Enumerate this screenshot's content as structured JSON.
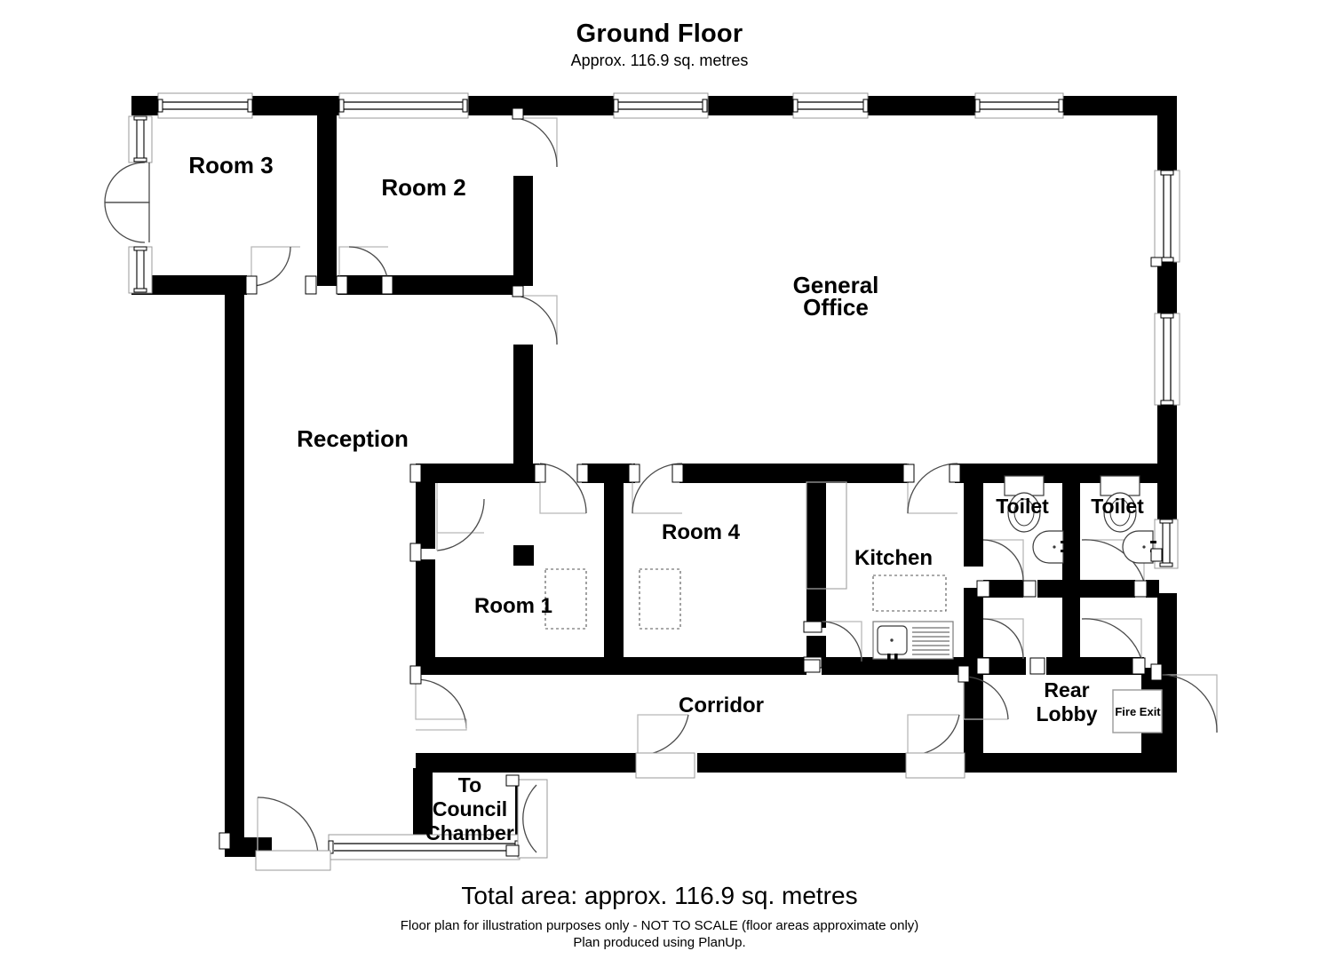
{
  "header": {
    "title": "Ground Floor",
    "subtitle": "Approx. 116.9 sq. metres"
  },
  "footer": {
    "total_area": "Total area: approx. 116.9 sq. metres",
    "disclaimer_line1": "Floor plan for illustration purposes only - NOT TO SCALE (floor areas approximate only)",
    "disclaimer_line2": "Plan produced using PlanUp."
  },
  "rooms": [
    {
      "id": "room3",
      "label": "Room 3"
    },
    {
      "id": "room2",
      "label": "Room 2"
    },
    {
      "id": "general_office",
      "label_line1": "General",
      "label_line2": "Office"
    },
    {
      "id": "reception",
      "label": "Reception"
    },
    {
      "id": "room1",
      "label": "Room 1"
    },
    {
      "id": "room4",
      "label": "Room 4"
    },
    {
      "id": "kitchen",
      "label": "Kitchen"
    },
    {
      "id": "toilet_left",
      "label": "Toilet"
    },
    {
      "id": "toilet_right",
      "label": "Toilet"
    },
    {
      "id": "corridor",
      "label": "Corridor"
    },
    {
      "id": "rear_lobby",
      "label_line1": "Rear",
      "label_line2": "Lobby"
    },
    {
      "id": "council",
      "label_line1": "To",
      "label_line2": "Council",
      "label_line3": "Chamber"
    }
  ],
  "annotations": {
    "fire_exit": "Fire Exit"
  },
  "colors": {
    "wall": "#000000",
    "background": "#ffffff",
    "fixture_line": "#808080",
    "text": "#000000"
  }
}
